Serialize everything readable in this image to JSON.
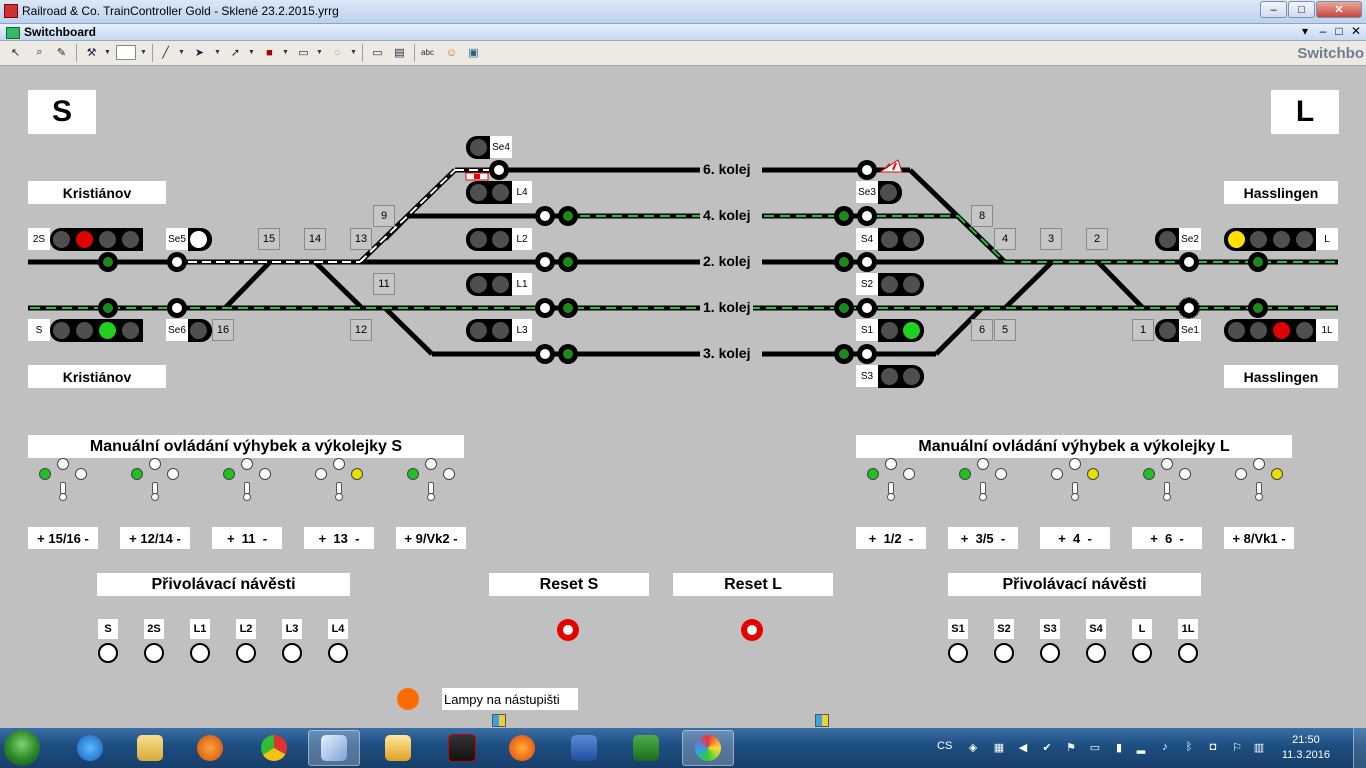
{
  "window": {
    "title": "Railroad & Co. TrainController Gold - Sklené 23.2.2015.yrrg",
    "controls": [
      "–",
      "□",
      "✕"
    ]
  },
  "subwindow": {
    "title": "Switchboard",
    "controls": [
      "▾",
      "–",
      "□",
      "✕"
    ],
    "toolbar_right": "Switchbo"
  },
  "toolbar": {
    "icons": [
      "select-icon",
      "zoom-icon",
      "pencil-icon",
      "paint-icon",
      "color-box-icon",
      "line-icon",
      "arrow-icon",
      "route-icon",
      "block-icon",
      "track-icon",
      "signal-icon",
      "text-icon",
      "label-icon",
      "abc-icon",
      "clown-icon",
      "picture-icon"
    ]
  },
  "stations": {
    "left": "S",
    "right": "L",
    "kristianov_top": "Kristiánov",
    "kristianov_bottom": "Kristiánov",
    "hasslingen_top": "Hasslingen",
    "hasslingen_bottom": "Hasslingen"
  },
  "tracks": [
    {
      "label": "6. kolej"
    },
    {
      "label": "4. kolej"
    },
    {
      "label": "2. kolej"
    },
    {
      "label": "1. kolej"
    },
    {
      "label": "3. kolej"
    }
  ],
  "signals": {
    "S2": {
      "name": "2S",
      "aspects": [
        "#4f4f4f",
        "#e00000",
        "#4f4f4f",
        "#4f4f4f"
      ]
    },
    "S": {
      "name": "S",
      "aspects": [
        "#4f4f4f",
        "#4f4f4f",
        "#20d020",
        "#4f4f4f"
      ]
    },
    "Se5": {
      "name": "Se5",
      "aspects": [
        "#ffffff"
      ]
    },
    "Se6": {
      "name": "Se6",
      "aspects": [
        "#4f4f4f"
      ]
    },
    "Se4": {
      "name": "Se4",
      "aspects": [
        "#4f4f4f"
      ]
    },
    "L4": {
      "name": "L4",
      "aspects": [
        "#4f4f4f",
        "#4f4f4f"
      ]
    },
    "L2": {
      "name": "L2",
      "aspects": [
        "#4f4f4f",
        "#4f4f4f"
      ]
    },
    "L1": {
      "name": "L1",
      "aspects": [
        "#4f4f4f",
        "#4f4f4f"
      ]
    },
    "L3": {
      "name": "L3",
      "aspects": [
        "#4f4f4f",
        "#4f4f4f"
      ]
    },
    "Se3": {
      "name": "Se3",
      "aspects": [
        "#4f4f4f"
      ]
    },
    "S4": {
      "name": "S4",
      "aspects": [
        "#4f4f4f",
        "#4f4f4f"
      ]
    },
    "S2b": {
      "name": "S2",
      "aspects": [
        "#4f4f4f",
        "#4f4f4f"
      ]
    },
    "S1": {
      "name": "S1",
      "aspects": [
        "#4f4f4f",
        "#20d020"
      ]
    },
    "S3": {
      "name": "S3",
      "aspects": [
        "#4f4f4f",
        "#4f4f4f"
      ]
    },
    "Se2": {
      "name": "Se2",
      "aspects": [
        "#4f4f4f"
      ]
    },
    "Se1": {
      "name": "Se1",
      "aspects": [
        "#4f4f4f"
      ]
    },
    "L": {
      "name": "L",
      "aspects": [
        "#ffe000",
        "#4f4f4f",
        "#4f4f4f",
        "#4f4f4f"
      ]
    },
    "L1b": {
      "name": "1L",
      "aspects": [
        "#4f4f4f",
        "#4f4f4f",
        "#e00000",
        "#4f4f4f"
      ]
    }
  },
  "switch_numbers": {
    "n15": "15",
    "n14": "14",
    "n13": "13",
    "n9": "9",
    "n11": "11",
    "n12": "12",
    "n16": "16",
    "n8": "8",
    "n4": "4",
    "n3": "3",
    "n2": "2",
    "n6": "6",
    "n5": "5",
    "n1": "1"
  },
  "manual": {
    "left": {
      "title": "Manuální ovládání výhybek a výkolejky S",
      "switches": [
        "+ 15/16 -",
        "+ 12/14 -",
        "+  11  -",
        "+  13  -",
        "+ 9/Vk2 -"
      ]
    },
    "right": {
      "title": "Manuální ovládání výhybek a výkolejky L",
      "switches": [
        "+  1/2  -",
        "+  3/5  -",
        "+  4  -",
        "+  6  -",
        "+ 8/Vk1 -"
      ]
    }
  },
  "calling_signals": {
    "left": {
      "title": "Přivolávací návěsti",
      "items": [
        "S",
        "2S",
        "L1",
        "L2",
        "L3",
        "L4"
      ]
    },
    "right": {
      "title": "Přivolávací návěsti",
      "items": [
        "S1",
        "S2",
        "S3",
        "S4",
        "L",
        "1L"
      ]
    }
  },
  "reset": {
    "left": "Reset S",
    "right": "Reset L"
  },
  "lamps": {
    "label": "Lampy na nástupišti"
  },
  "colors": {
    "track": "#000000",
    "route_green": "#1fbf3f",
    "route_white": "#ffffff",
    "background": "#c0c0c0"
  },
  "taskbar": {
    "apps": [
      "start-orb-icon",
      "internet-explorer-icon",
      "file-explorer-icon",
      "media-player-icon",
      "chrome-icon",
      "traincontroller-icon",
      "outlook-icon",
      "jmri-icon",
      "firefox-icon",
      "word-icon",
      "excel-icon",
      "paint-icon"
    ],
    "lang": "CS",
    "time": "21:50",
    "date": "11.3.2016"
  }
}
